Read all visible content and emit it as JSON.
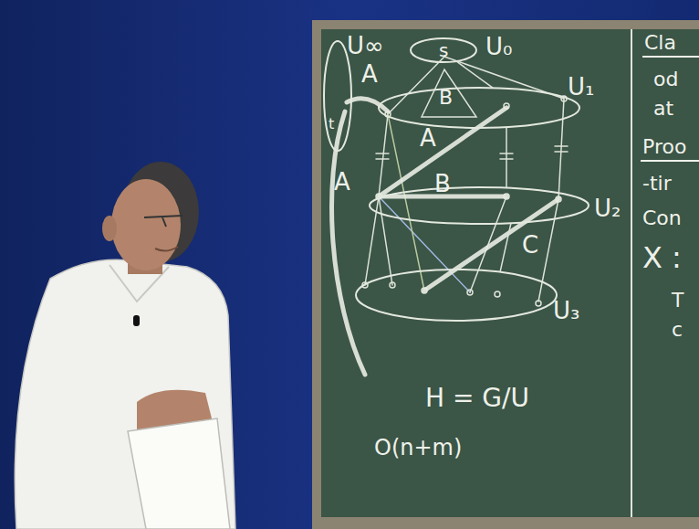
{
  "diagram": {
    "nodes": [
      {
        "text": [
          "U∞"
        ]
      },
      {
        "text": [
          "s",
          "U₀"
        ]
      },
      {
        "text": [
          "U₁"
        ]
      },
      {
        "text": [
          "U₂"
        ]
      },
      {
        "text": [
          "U₃"
        ]
      }
    ],
    "edges": [
      {
        "from": 1,
        "to": 2,
        "arrow": "none"
      },
      {
        "from": 2,
        "to": 3,
        "arrow": "none"
      },
      {
        "from": 3,
        "to": 4,
        "arrow": "none"
      }
    ],
    "labels": [
      "A",
      "B",
      "A",
      "A",
      "B",
      "C",
      "t",
      "H = G/U",
      "O(n+m)",
      "Cla",
      "od",
      "at",
      "Proo",
      "-tir",
      "Con",
      "X :",
      "T",
      "c"
    ]
  }
}
